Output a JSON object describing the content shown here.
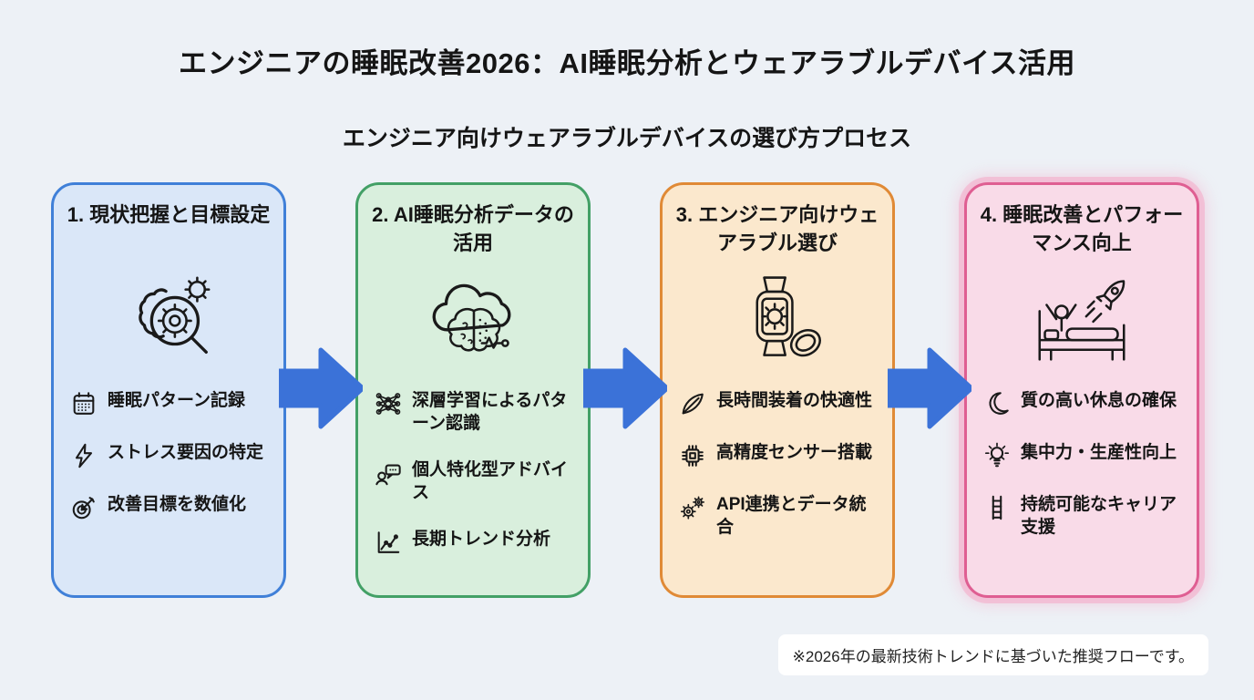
{
  "page": {
    "title": "エンジニアの睡眠改善2026：AI睡眠分析とウェアラブルデバイス活用",
    "subtitle": "エンジニア向けウェアラブルデバイスの選び方プロセス",
    "footnote": "※2026年の最新技術トレンドに基づいた推奨フローです。"
  },
  "colors": {
    "background": "#EDF1F6",
    "arrow": "#3B72D8",
    "text": "#151515",
    "step1_border": "#4080D8",
    "step1_fill": "#DAE7F8",
    "step2_border": "#43A066",
    "step2_fill": "#D9EFDD",
    "step3_border": "#E08A36",
    "step3_fill": "#FBE8CD",
    "step4_border": "#DF5E92",
    "step4_fill": "#F9DBE8",
    "step4_glow": "#F3B0CD"
  },
  "steps": [
    {
      "title": "1. 現状把握と目標設定",
      "hero_icon": "brain-analysis-magnifier-icon",
      "items": [
        {
          "icon": "calendar-icon",
          "label": "睡眠パターン記録"
        },
        {
          "icon": "lightning-icon",
          "label": "ストレス要因の特定"
        },
        {
          "icon": "target-dart-icon",
          "label": "改善目標を数値化"
        }
      ]
    },
    {
      "title": "2. AI睡眠分析データの活用",
      "hero_icon": "ai-cloud-brain-icon",
      "items": [
        {
          "icon": "neural-network-icon",
          "label": "深層学習によるパターン認識"
        },
        {
          "icon": "personal-advice-icon",
          "label": "個人特化型アドバイス"
        },
        {
          "icon": "trend-chart-icon",
          "label": "長期トレンド分析"
        }
      ]
    },
    {
      "title": "3. エンジニア向けウェアラブル選び",
      "hero_icon": "smartwatch-ring-icon",
      "items": [
        {
          "icon": "feather-icon",
          "label": "長時間装着の快適性"
        },
        {
          "icon": "sensor-chip-icon",
          "label": "高精度センサー搭載"
        },
        {
          "icon": "gears-icon",
          "label": "API連携とデータ統合"
        }
      ]
    },
    {
      "title": "4. 睡眠改善とパフォーマンス向上",
      "hero_icon": "bed-rocket-icon",
      "items": [
        {
          "icon": "moon-icon",
          "label": "質の高い休息の確保"
        },
        {
          "icon": "lightbulb-icon",
          "label": "集中力・生産性向上"
        },
        {
          "icon": "ladder-icon",
          "label": "持続可能なキャリア支援"
        }
      ]
    }
  ]
}
